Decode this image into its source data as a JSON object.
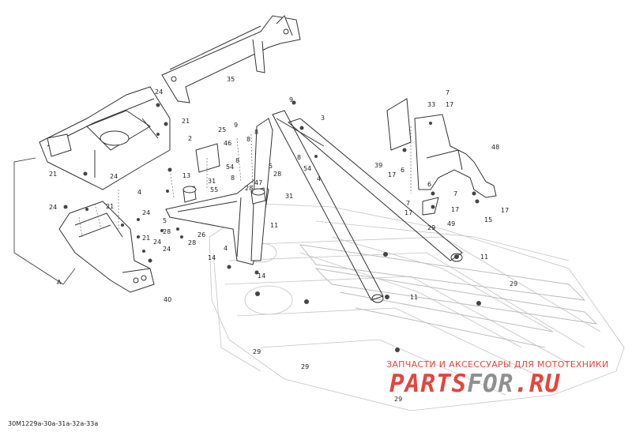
{
  "diagram": {
    "reference_code": "30M1229a-30a-31a-32a-33a",
    "group_letter": "A",
    "callouts": [
      {
        "id": "c1",
        "text": "35"
      },
      {
        "id": "c2",
        "text": "24"
      },
      {
        "id": "c3",
        "text": "21"
      },
      {
        "id": "c4",
        "text": "24"
      },
      {
        "id": "c5",
        "text": "21"
      },
      {
        "id": "c6",
        "text": "25"
      },
      {
        "id": "c7",
        "text": "2"
      },
      {
        "id": "c8",
        "text": "46"
      },
      {
        "id": "c9",
        "text": "13"
      },
      {
        "id": "c10",
        "text": "31"
      },
      {
        "id": "c11",
        "text": "4"
      },
      {
        "id": "c12",
        "text": "55"
      },
      {
        "id": "c13",
        "text": "24"
      },
      {
        "id": "c14",
        "text": "21"
      },
      {
        "id": "c15",
        "text": "24"
      },
      {
        "id": "c16",
        "text": "5"
      },
      {
        "id": "c17",
        "text": "28"
      },
      {
        "id": "c18",
        "text": "26"
      },
      {
        "id": "c19",
        "text": "21"
      },
      {
        "id": "c20",
        "text": "24"
      },
      {
        "id": "c21",
        "text": "24"
      },
      {
        "id": "c22",
        "text": "28"
      },
      {
        "id": "c23",
        "text": "4"
      },
      {
        "id": "c24",
        "text": "14"
      },
      {
        "id": "c25",
        "text": "40"
      },
      {
        "id": "c26",
        "text": "9"
      },
      {
        "id": "c27",
        "text": "9"
      },
      {
        "id": "c28",
        "text": "3"
      },
      {
        "id": "c29",
        "text": "8"
      },
      {
        "id": "c30",
        "text": "8"
      },
      {
        "id": "c31",
        "text": "8"
      },
      {
        "id": "c32",
        "text": "54"
      },
      {
        "id": "c33",
        "text": "8"
      },
      {
        "id": "c34",
        "text": "28"
      },
      {
        "id": "c35",
        "text": "31"
      },
      {
        "id": "c36",
        "text": "47"
      },
      {
        "id": "c37",
        "text": "5"
      },
      {
        "id": "c38",
        "text": "28"
      },
      {
        "id": "c39",
        "text": "8"
      },
      {
        "id": "c40",
        "text": "54"
      },
      {
        "id": "c41",
        "text": "4"
      },
      {
        "id": "c42",
        "text": "39"
      },
      {
        "id": "c43",
        "text": "11"
      },
      {
        "id": "c44",
        "text": "14"
      },
      {
        "id": "c45",
        "text": "29"
      },
      {
        "id": "c46",
        "text": "11"
      },
      {
        "id": "c47",
        "text": "11"
      },
      {
        "id": "c48",
        "text": "29"
      },
      {
        "id": "c49",
        "text": "29"
      },
      {
        "id": "c50",
        "text": "29"
      },
      {
        "id": "c51",
        "text": "29"
      },
      {
        "id": "c52",
        "text": "33"
      },
      {
        "id": "c53",
        "text": "7"
      },
      {
        "id": "c54",
        "text": "17"
      },
      {
        "id": "c55",
        "text": "48"
      },
      {
        "id": "c56",
        "text": "17"
      },
      {
        "id": "c57",
        "text": "6"
      },
      {
        "id": "c58",
        "text": "7"
      },
      {
        "id": "c59",
        "text": "7"
      },
      {
        "id": "c60",
        "text": "17"
      },
      {
        "id": "c61",
        "text": "17"
      },
      {
        "id": "c62",
        "text": "49"
      },
      {
        "id": "c63",
        "text": "15"
      },
      {
        "id": "c64",
        "text": "17"
      },
      {
        "id": "c65",
        "text": "6"
      }
    ]
  },
  "watermark": {
    "line1": "ЗАПЧАСТИ И АКСЕССУАРЫ ДЛЯ МОТОТЕХНИКИ",
    "logo_part1": "PARTS",
    "logo_part2": "FOR",
    "logo_part3": ".RU",
    "accent_color": "#e1251b",
    "muted_color": "#7d7d7d"
  },
  "colors": {
    "line": "#333333",
    "ghost": "#c4c4c4",
    "label": "#222222"
  }
}
